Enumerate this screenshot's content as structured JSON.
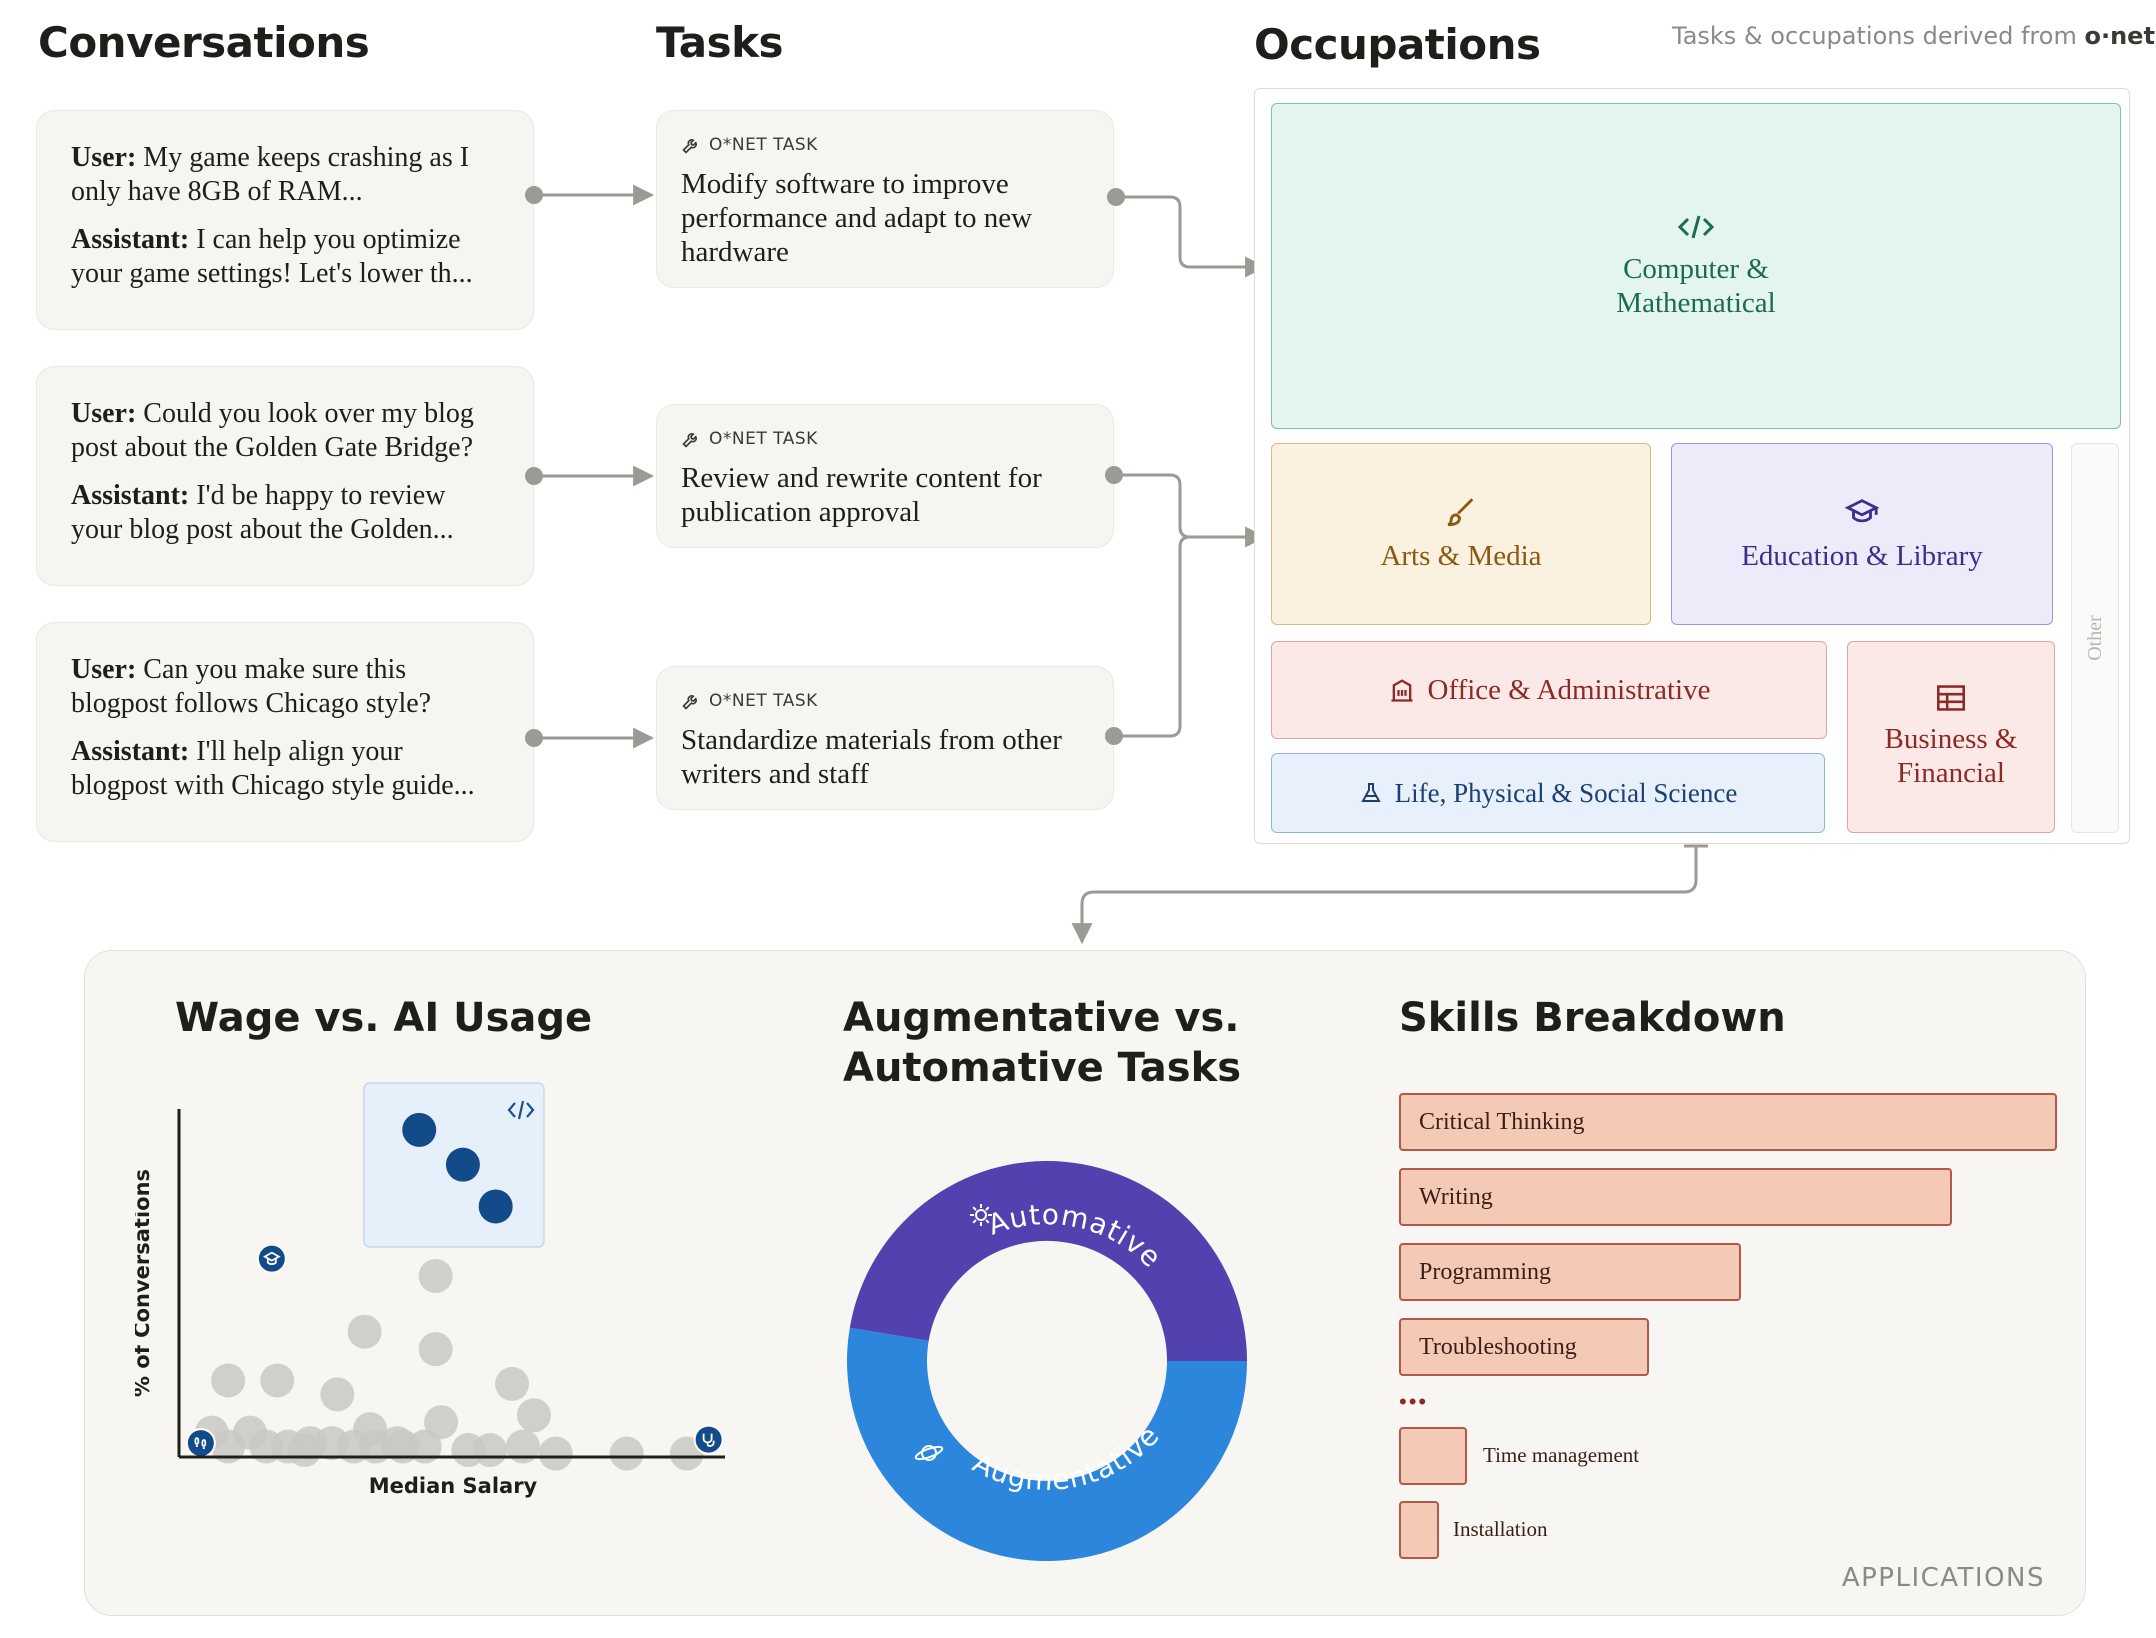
{
  "columns": {
    "conversations": "Conversations",
    "tasks": "Tasks",
    "occupations": "Occupations",
    "derived_prefix": "Tasks & occupations derived from",
    "derived_brand": "o·net"
  },
  "conversations": [
    {
      "user_label": "User:",
      "user_text": "My game keeps crashing as I only have 8GB of RAM...",
      "assistant_label": "Assistant:",
      "assistant_text": "I can help you optimize your game settings! Let's lower th..."
    },
    {
      "user_label": "User:",
      "user_text": " Could you look over my blog post about the Golden Gate Bridge?",
      "assistant_label": "Assistant:",
      "assistant_text": "I'd be happy to review your blog post about the Golden..."
    },
    {
      "user_label": "User:",
      "user_text": "Can you make sure this blogpost follows Chicago style?",
      "assistant_label": "Assistant:",
      "assistant_text": "I'll help align your blogpost with Chicago style guide..."
    }
  ],
  "tasks": [
    {
      "label": "O*NET TASK",
      "text": "Modify software to improve performance and adapt to new hardware"
    },
    {
      "label": "O*NET TASK",
      "text": "Review and rewrite content for publication approval"
    },
    {
      "label": "O*NET TASK",
      "text": "Standardize materials from other writers and staff"
    }
  ],
  "occupations": {
    "computer": {
      "label_line1": "Computer &",
      "label_line2": "Mathematical",
      "icon": "code-icon",
      "color": "#1b6b51",
      "bg": "#e3f5ee"
    },
    "arts": {
      "label": "Arts & Media",
      "icon": "brush-icon",
      "color": "#8a5a12",
      "bg": "#fbf1e0"
    },
    "education": {
      "label": "Education & Library",
      "icon": "graduation-cap-icon",
      "color": "#3a2f8f",
      "bg": "#ecebfa"
    },
    "office": {
      "label": "Office & Administrative",
      "icon": "building-icon",
      "color": "#8e2a26",
      "bg": "#fbe9e8"
    },
    "business": {
      "label_line1": "Business &",
      "label_line2": "Financial",
      "icon": "ledger-icon",
      "color": "#8e2a26",
      "bg": "#fbe9e8"
    },
    "science": {
      "label": "Life, Physical & Social Science",
      "icon": "flask-icon",
      "color": "#1b3f73",
      "bg": "#e8f1fb"
    },
    "other": {
      "label": "Other"
    }
  },
  "applications": {
    "label": "APPLICATIONS",
    "wage": {
      "title": "Wage vs. AI Usage",
      "xlabel": "Median Salary",
      "ylabel": "% of Conversations"
    },
    "augment": {
      "title_line1": "Augmentative vs.",
      "title_line2": "Automative Tasks",
      "automative_label": "Automative",
      "augmentative_label": "Augmentative",
      "automative_color": "#5242b0",
      "augmentative_color": "#2b86dc"
    },
    "skills": {
      "title": "Skills Breakdown",
      "items": [
        {
          "name": "Critical Thinking",
          "value": 1.0
        },
        {
          "name": "Writing",
          "value": 0.84
        },
        {
          "name": "Programming",
          "value": 0.52
        },
        {
          "name": "Troubleshooting",
          "value": 0.38
        }
      ],
      "ellipsis": "•••",
      "small_items": [
        {
          "name": "Time management"
        },
        {
          "name": "Installation"
        }
      ],
      "bar_color": "#f4c9b5",
      "bar_border": "#b2584a"
    }
  },
  "chart_data": {
    "type": "scatter",
    "title": "Wage vs. AI Usage",
    "xlabel": "Median Salary",
    "ylabel": "% of Conversations",
    "highlight_points": [
      {
        "x": 0.44,
        "y": 0.94
      },
      {
        "x": 0.52,
        "y": 0.84
      },
      {
        "x": 0.58,
        "y": 0.72
      }
    ],
    "icon_points": [
      {
        "x": 0.17,
        "y": 0.57,
        "icon": "graduation-cap-icon"
      },
      {
        "x": 0.04,
        "y": 0.04,
        "icon": "footprints-icon"
      },
      {
        "x": 0.97,
        "y": 0.05,
        "icon": "stethoscope-icon"
      }
    ],
    "points": [
      {
        "x": 0.47,
        "y": 0.52
      },
      {
        "x": 0.34,
        "y": 0.36
      },
      {
        "x": 0.47,
        "y": 0.31
      },
      {
        "x": 0.09,
        "y": 0.22
      },
      {
        "x": 0.18,
        "y": 0.22
      },
      {
        "x": 0.29,
        "y": 0.18
      },
      {
        "x": 0.61,
        "y": 0.21
      },
      {
        "x": 0.65,
        "y": 0.12
      },
      {
        "x": 0.48,
        "y": 0.1
      },
      {
        "x": 0.35,
        "y": 0.08
      },
      {
        "x": 0.06,
        "y": 0.07
      },
      {
        "x": 0.13,
        "y": 0.07
      },
      {
        "x": 0.09,
        "y": 0.03
      },
      {
        "x": 0.16,
        "y": 0.03
      },
      {
        "x": 0.2,
        "y": 0.03
      },
      {
        "x": 0.24,
        "y": 0.04
      },
      {
        "x": 0.28,
        "y": 0.04
      },
      {
        "x": 0.32,
        "y": 0.03
      },
      {
        "x": 0.36,
        "y": 0.03
      },
      {
        "x": 0.41,
        "y": 0.03
      },
      {
        "x": 0.45,
        "y": 0.03
      },
      {
        "x": 0.53,
        "y": 0.02
      },
      {
        "x": 0.57,
        "y": 0.02
      },
      {
        "x": 0.63,
        "y": 0.03
      },
      {
        "x": 0.69,
        "y": 0.01
      },
      {
        "x": 0.82,
        "y": 0.01
      },
      {
        "x": 0.93,
        "y": 0.01
      },
      {
        "x": 0.4,
        "y": 0.04
      },
      {
        "x": 0.23,
        "y": 0.02
      }
    ]
  }
}
